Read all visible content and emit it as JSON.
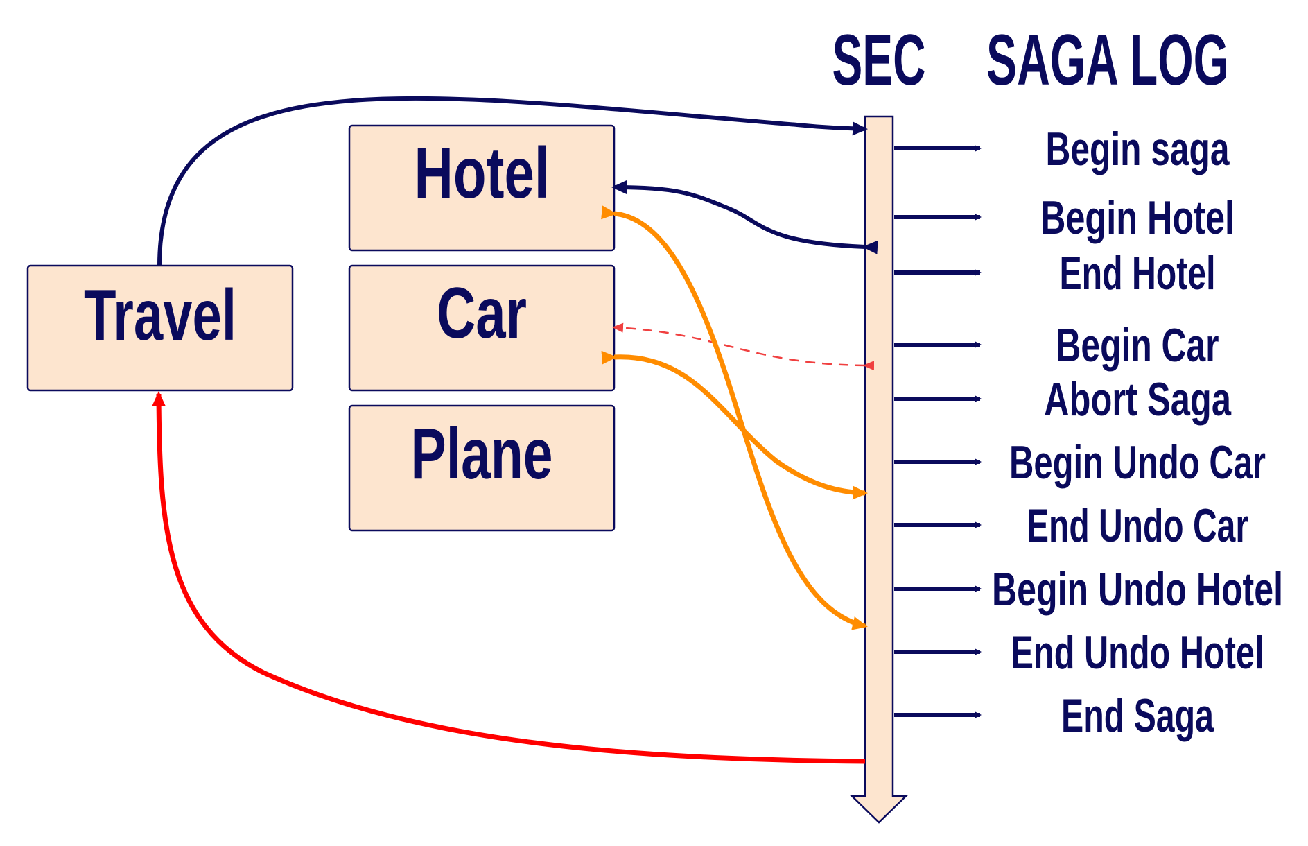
{
  "headings": {
    "sec": "SEC",
    "saga_log": "SAGA LOG"
  },
  "services": {
    "travel": "Travel",
    "hotel": "Hotel",
    "car": "Car",
    "plane": "Plane"
  },
  "saga_log": [
    "Begin saga",
    "Begin Hotel",
    "End Hotel",
    "Begin Car",
    "Abort Saga",
    "Begin Undo Car",
    "End Undo Car",
    "Begin Undo Hotel",
    "End Undo Hotel",
    "End Saga"
  ],
  "colors": {
    "navy": "#0a0a5c",
    "orange": "#ff8c00",
    "red": "#ff0000",
    "dashed_red": "#f04040",
    "box_fill": "#fde5cf"
  }
}
